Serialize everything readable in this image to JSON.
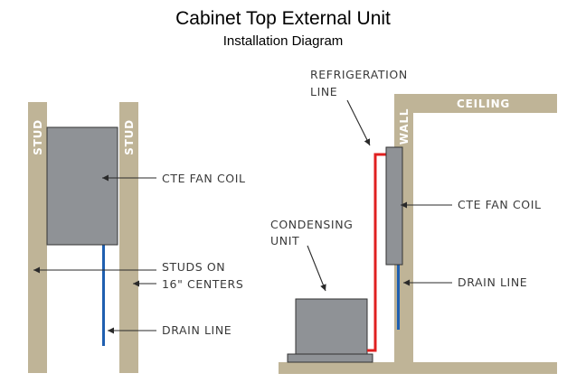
{
  "title": "Cabinet Top External Unit",
  "subtitle": "Installation Diagram",
  "left_view": {
    "stud_left_label": "STUD",
    "stud_right_label": "STUD",
    "fan_coil_label": "CTE FAN COIL",
    "studs_label_line1": "STUDS ON",
    "studs_label_line2": "16\" CENTERS",
    "drain_label": "DRAIN LINE"
  },
  "right_view": {
    "wall_label": "WALL",
    "ceiling_label": "CEILING",
    "refrigeration_line1": "REFRIGERATION",
    "refrigeration_line2": "LINE",
    "fan_coil_label": "CTE FAN COIL",
    "condensing_line1": "CONDENSING",
    "condensing_line2": "UNIT",
    "drain_label": "DRAIN LINE"
  },
  "colors": {
    "structure": "#bfb497",
    "unit_fill": "#8f9296",
    "unit_stroke": "#333333",
    "refrigeration_line": "#e02020",
    "drain_line": "#1f5fb0"
  }
}
